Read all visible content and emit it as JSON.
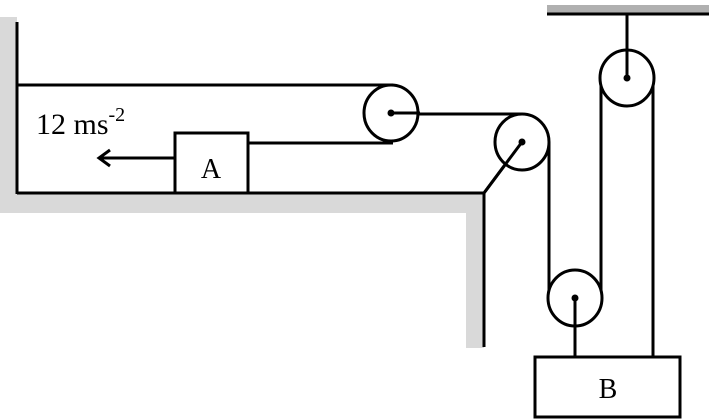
{
  "labels": {
    "acceleration_value": "12 ms",
    "acceleration_exponent": "-2",
    "block_a": "A",
    "block_b": "B"
  },
  "colors": {
    "support_shade": "#d9d9d9",
    "line": "#000000"
  }
}
